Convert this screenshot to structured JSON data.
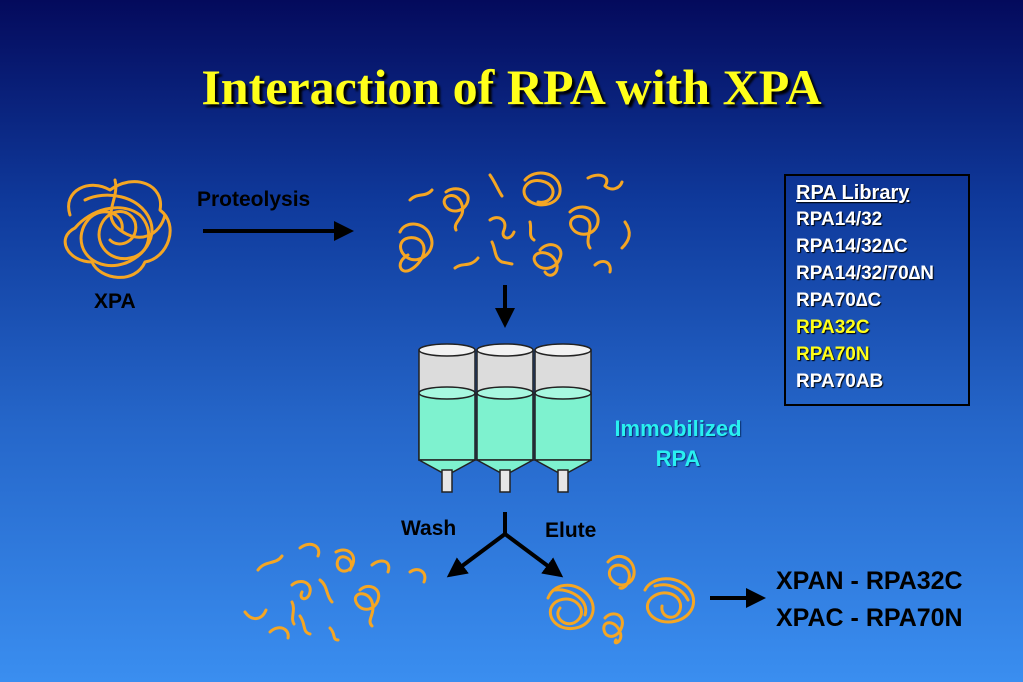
{
  "title": "Interaction of RPA with XPA",
  "labels": {
    "proteolysis": "Proteolysis",
    "xpa": "XPA",
    "wash": "Wash",
    "elute": "Elute",
    "immobilized_line1": "Immobilized",
    "immobilized_line2": "RPA"
  },
  "library": {
    "title": "RPA Library",
    "items": [
      {
        "label": "RPA14/32",
        "highlight": false
      },
      {
        "label": "RPA14/32∆C",
        "highlight": false
      },
      {
        "label": "RPA14/32/70∆N",
        "highlight": false
      },
      {
        "label": "RPA70∆C",
        "highlight": false
      },
      {
        "label": "RPA32C",
        "highlight": true
      },
      {
        "label": "RPA70N",
        "highlight": true
      },
      {
        "label": "RPA70AB",
        "highlight": false
      }
    ]
  },
  "results": [
    "XPAN - RPA32C",
    "XPAC - RPA70N"
  ],
  "colors": {
    "protein": "#f5a623",
    "title": "#ffff1a",
    "highlight": "#ffff1a",
    "immobilized_text": "#29f0f0",
    "resin": "#7ef2cf",
    "column_top": "#dcdcdc"
  }
}
